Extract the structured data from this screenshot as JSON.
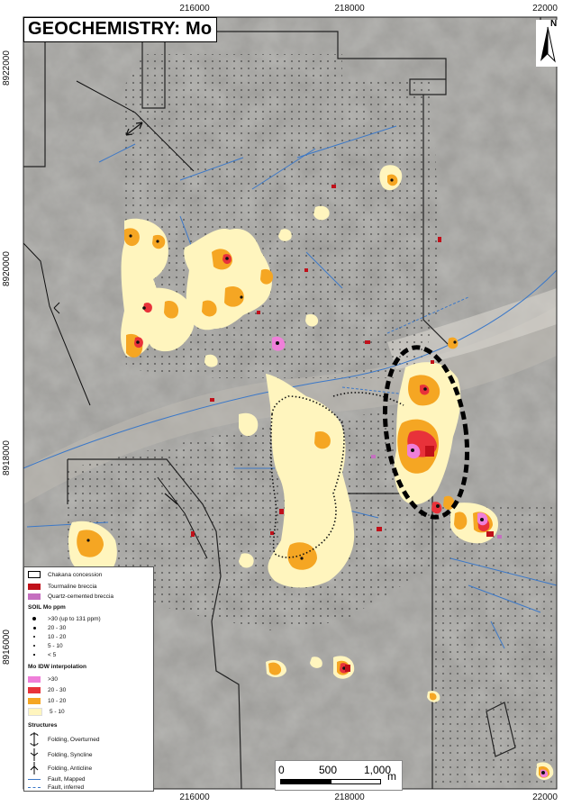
{
  "map": {
    "title": "GEOCHEMISTRY: Mo",
    "north_label": "N",
    "easting_ticks_top": [
      "216000",
      "218000",
      "22000"
    ],
    "easting_ticks_bottom": [
      "216000",
      "218000",
      "22000"
    ],
    "northing_ticks": [
      "8922000",
      "8920000",
      "8918000",
      "8916000"
    ],
    "scale": {
      "labels": [
        "0",
        "500",
        "1,000"
      ],
      "unit": "m"
    }
  },
  "legend": {
    "concession": "Chakana concession",
    "tourmaline": "Tourmaline breccia",
    "quartz": "Quartz-cemented breccia",
    "soil_heading": "SOIL Mo ppm",
    "soil_classes": [
      ">30 (up to 131 ppm)",
      "20 - 30",
      "10 - 20",
      "5 - 10",
      "< 5"
    ],
    "idw_heading": "Mo IDW interpolation",
    "idw_classes": [
      ">30",
      "20 - 30",
      "10 - 20",
      "5 - 10"
    ],
    "structures_heading": "Structures",
    "structures": [
      "Folding, Overturned",
      "Folding, Syncline",
      "Folding, Anticline",
      "Fault, Mapped",
      "Fault, inferred"
    ]
  },
  "colors": {
    "gt30": "#ef7fd9",
    "c20_30": "#e8323a",
    "c10_20": "#f5a623",
    "c5_10": "#fff5be",
    "tourmaline": "#c0101a",
    "fault": "#3b78c8",
    "concession": "#222222"
  }
}
